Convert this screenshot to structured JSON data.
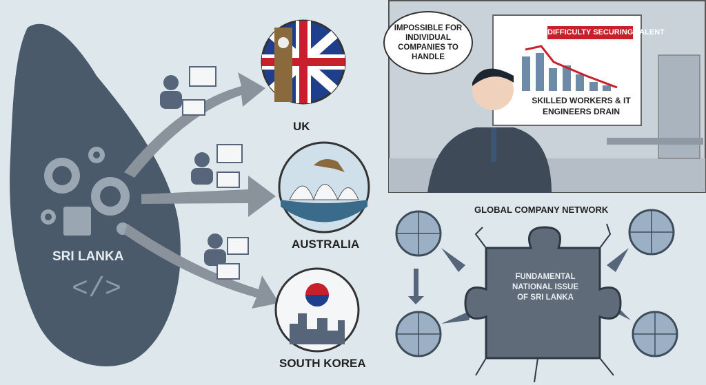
{
  "left": {
    "country": "SRI LANKA",
    "code_symbol": "</>",
    "destinations": [
      "UK",
      "AUSTRALIA",
      "SOUTH KOREA"
    ]
  },
  "office": {
    "thought": "IMPOSSIBLE FOR INDIVIDUAL COMPANIES TO HANDLE",
    "callout": "DIFFICULTY SECURING TALENT",
    "board_caption": "SKILLED WORKERS & IT ENGINEERS DRAIN"
  },
  "network": {
    "title": "GLOBAL COMPANY NETWORK",
    "puzzle_text": "FUNDAMENTAL NATIONAL ISSUE OF SRI LANKA"
  },
  "colors": {
    "background": "#dde7ec",
    "island": "#4b5a6b",
    "accent_red": "#c8202a",
    "arrow": "#8a939c"
  }
}
